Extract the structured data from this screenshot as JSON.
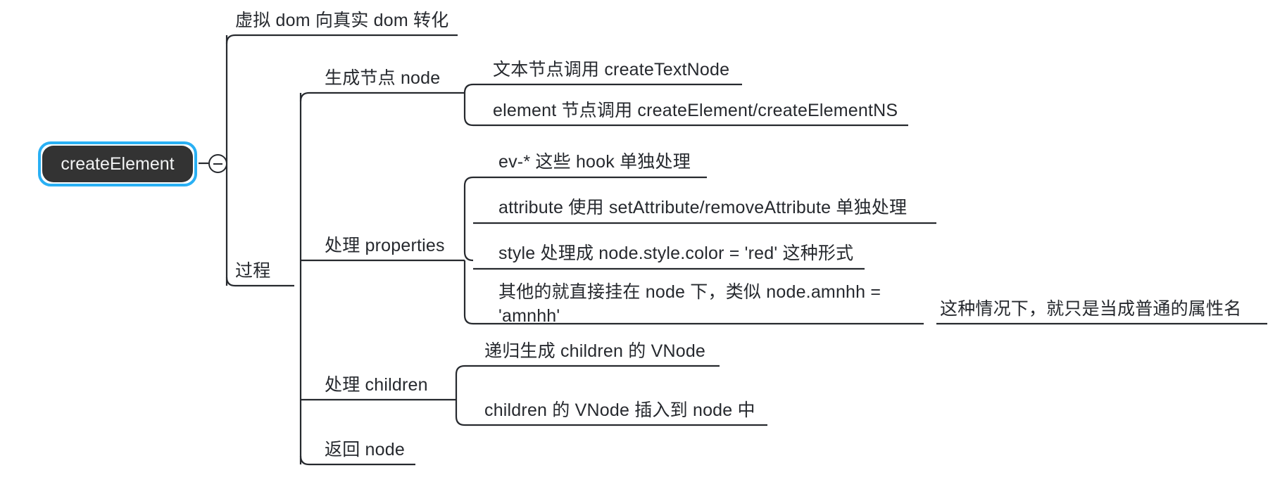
{
  "app": {
    "type": "mindmap",
    "background": "#ffffff",
    "line_color": "#26292e",
    "text_color": "#26292e",
    "root_fill": "#333333",
    "root_text_color": "#f2f3f4",
    "selection_color": "#29b0f4"
  },
  "root": {
    "label": "createElement",
    "collapse_icon": "minus-circle-icon"
  },
  "branches": [
    {
      "id": "branch-1",
      "label": "虚拟 dom 向真实 dom 转化",
      "children": []
    },
    {
      "id": "branch-2",
      "label": "过程",
      "children": [
        {
          "id": "node-generate",
          "label": "生成节点 node",
          "children": [
            {
              "id": "leaf-text-node",
              "label": "文本节点调用 createTextNode"
            },
            {
              "id": "leaf-element-node",
              "label": "element 节点调用 createElement/createElementNS"
            }
          ]
        },
        {
          "id": "node-properties",
          "label": "处理 properties",
          "children": [
            {
              "id": "leaf-hooks",
              "label": "ev-* 这些 hook 单独处理"
            },
            {
              "id": "leaf-attribute",
              "label": "attribute 使用 setAttribute/removeAttribute 单独处理"
            },
            {
              "id": "leaf-style",
              "label": "style 处理成 node.style.color = 'red' 这种形式"
            },
            {
              "id": "leaf-other",
              "label": "其他的就直接挂在 node 下，类似 node.amnhh = 'amnhh'",
              "children": [
                {
                  "id": "leaf-other-note",
                  "label": "这种情况下，就只是当成普通的属性名"
                }
              ]
            }
          ]
        },
        {
          "id": "node-children",
          "label": "处理 children",
          "children": [
            {
              "id": "leaf-recursive",
              "label": "递归生成 children 的 VNode"
            },
            {
              "id": "leaf-insert",
              "label": "children 的 VNode 插入到 node 中"
            }
          ]
        },
        {
          "id": "node-return",
          "label": "返回 node",
          "children": []
        }
      ]
    }
  ]
}
